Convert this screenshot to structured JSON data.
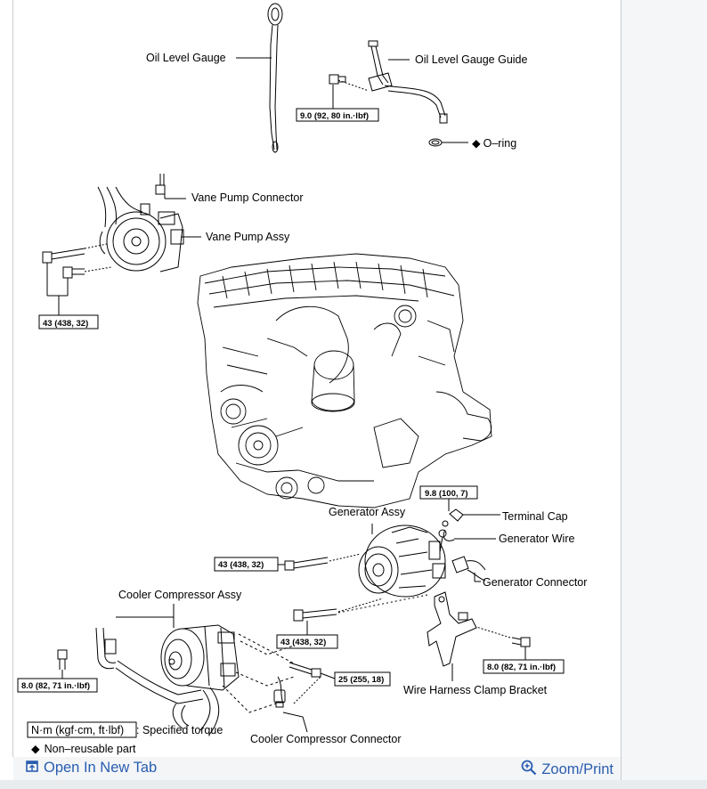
{
  "labels": {
    "oil_level_gauge": "Oil Level Gauge",
    "oil_level_gauge_guide": "Oil Level Gauge Guide",
    "o_ring": "O–ring",
    "vane_pump_connector": "Vane Pump Connector",
    "vane_pump_assy": "Vane Pump Assy",
    "generator_assy": "Generator Assy",
    "terminal_cap": "Terminal Cap",
    "generator_wire": "Generator Wire",
    "generator_connector": "Generator Connector",
    "cooler_compressor_assy": "Cooler Compressor Assy",
    "wire_harness_clamp_bracket": "Wire Harness Clamp Bracket",
    "cooler_compressor_connector": "Cooler Compressor Connector"
  },
  "torque": {
    "oil_guide_bolt": "9.0 (92, 80 in.·lbf)",
    "vane_pump_bolts": "43 (438, 32)",
    "terminal_nut": "9.8 (100, 7)",
    "generator_upper_bolt": "43 (438, 32)",
    "generator_lower_bolt": "43 (438, 32)",
    "bracket_bolt": "8.0 (82, 71 in.·lbf)",
    "compressor_left_bolt": "8.0 (82, 71 in.·lbf)",
    "compressor_bolt": "25 (255, 18)"
  },
  "legend": {
    "unit_box": "N·m (kgf·cm, ft·lbf)",
    "specified_torque": ": Specified torque",
    "diamond": "◆",
    "non_reusable": "Non–reusable part"
  },
  "footer": {
    "open_in_new_tab": "Open In New Tab",
    "zoom_print": "Zoom/Print"
  },
  "colors": {
    "link": "#2a5db0",
    "border": "#c8cdd2"
  },
  "icons": {
    "open_tab": "open-in-new-tab-icon",
    "zoom": "zoom-icon"
  }
}
